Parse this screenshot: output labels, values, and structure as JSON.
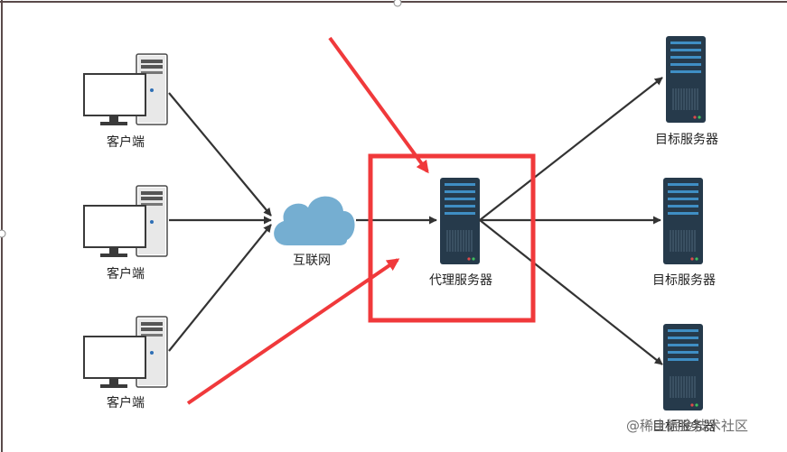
{
  "labels": {
    "client": "客户端",
    "internet": "互联网",
    "proxy": "代理服务器",
    "target": "目标服务器"
  },
  "watermark": "@稀土掘金技术社区",
  "colors": {
    "arrow": "#333333",
    "highlight": "#f0393b",
    "cloud": "#75aed1",
    "server_dark": "#263a4b",
    "server_accent": "#3f8ec4",
    "frame": "#5a4a4a"
  }
}
